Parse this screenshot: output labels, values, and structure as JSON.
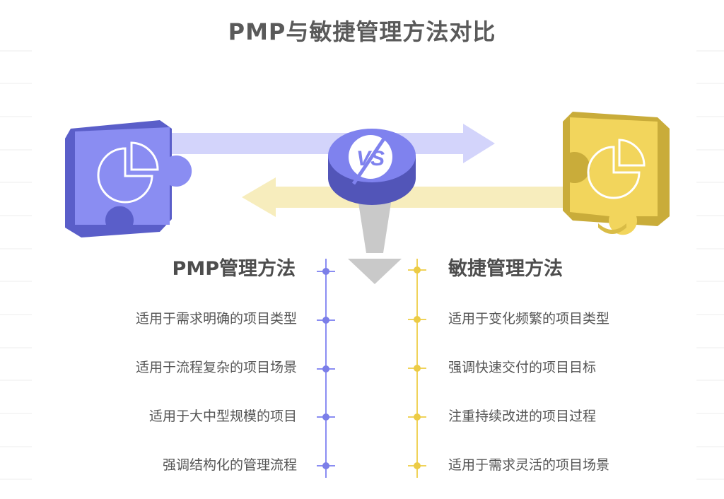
{
  "title": "PMP与敏捷管理方法对比",
  "vs_label": "VS",
  "colors": {
    "pmp_accent": "#7b7ee8",
    "agile_accent": "#f0d35a",
    "text": "#555555"
  },
  "pmp": {
    "title": "PMP管理方法",
    "icon": "pie-chart-icon",
    "items": [
      "适用于需求明确的项目类型",
      "适用于流程复杂的项目场景",
      "适用于大中型规模的项目",
      "强调结构化的管理流程"
    ]
  },
  "agile": {
    "title": "敏捷管理方法",
    "icon": "pie-chart-icon",
    "items": [
      "适用于变化频繁的项目类型",
      "强调快速交付的项目目标",
      "注重持续改进的项目过程",
      "适用于需求灵活的项目场景"
    ]
  }
}
